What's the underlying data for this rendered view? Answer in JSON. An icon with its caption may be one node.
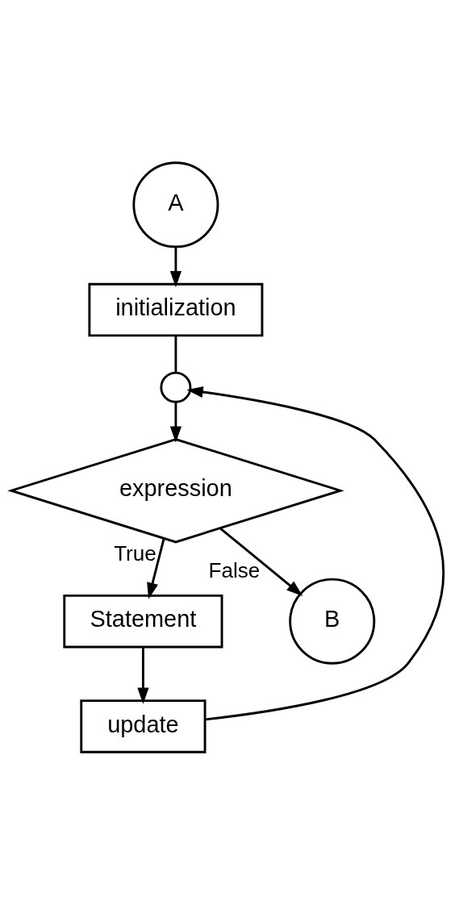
{
  "diagram": {
    "nodes": [
      {
        "text": [
          "A"
        ]
      },
      {
        "text": [
          "initialization"
        ]
      },
      {
        "text": [],
        "shape": "circle"
      },
      {
        "text": [
          "expression"
        ]
      },
      {
        "text": [
          "Statement"
        ]
      },
      {
        "text": [
          "update"
        ]
      },
      {
        "text": [
          "B"
        ]
      }
    ],
    "edges": [
      {
        "from": 0,
        "to": 1,
        "arrow": "to"
      },
      {
        "from": 1,
        "to": 2,
        "arrow": "none"
      },
      {
        "from": 2,
        "to": 3,
        "arrow": "to"
      },
      {
        "from": 3,
        "to": 4,
        "arrow": "to",
        "label": "True"
      },
      {
        "from": 4,
        "to": 5,
        "arrow": "to"
      },
      {
        "from": 5,
        "to": 2,
        "arrow": "to"
      },
      {
        "from": 3,
        "to": 6,
        "arrow": "to",
        "label": "False"
      }
    ]
  }
}
